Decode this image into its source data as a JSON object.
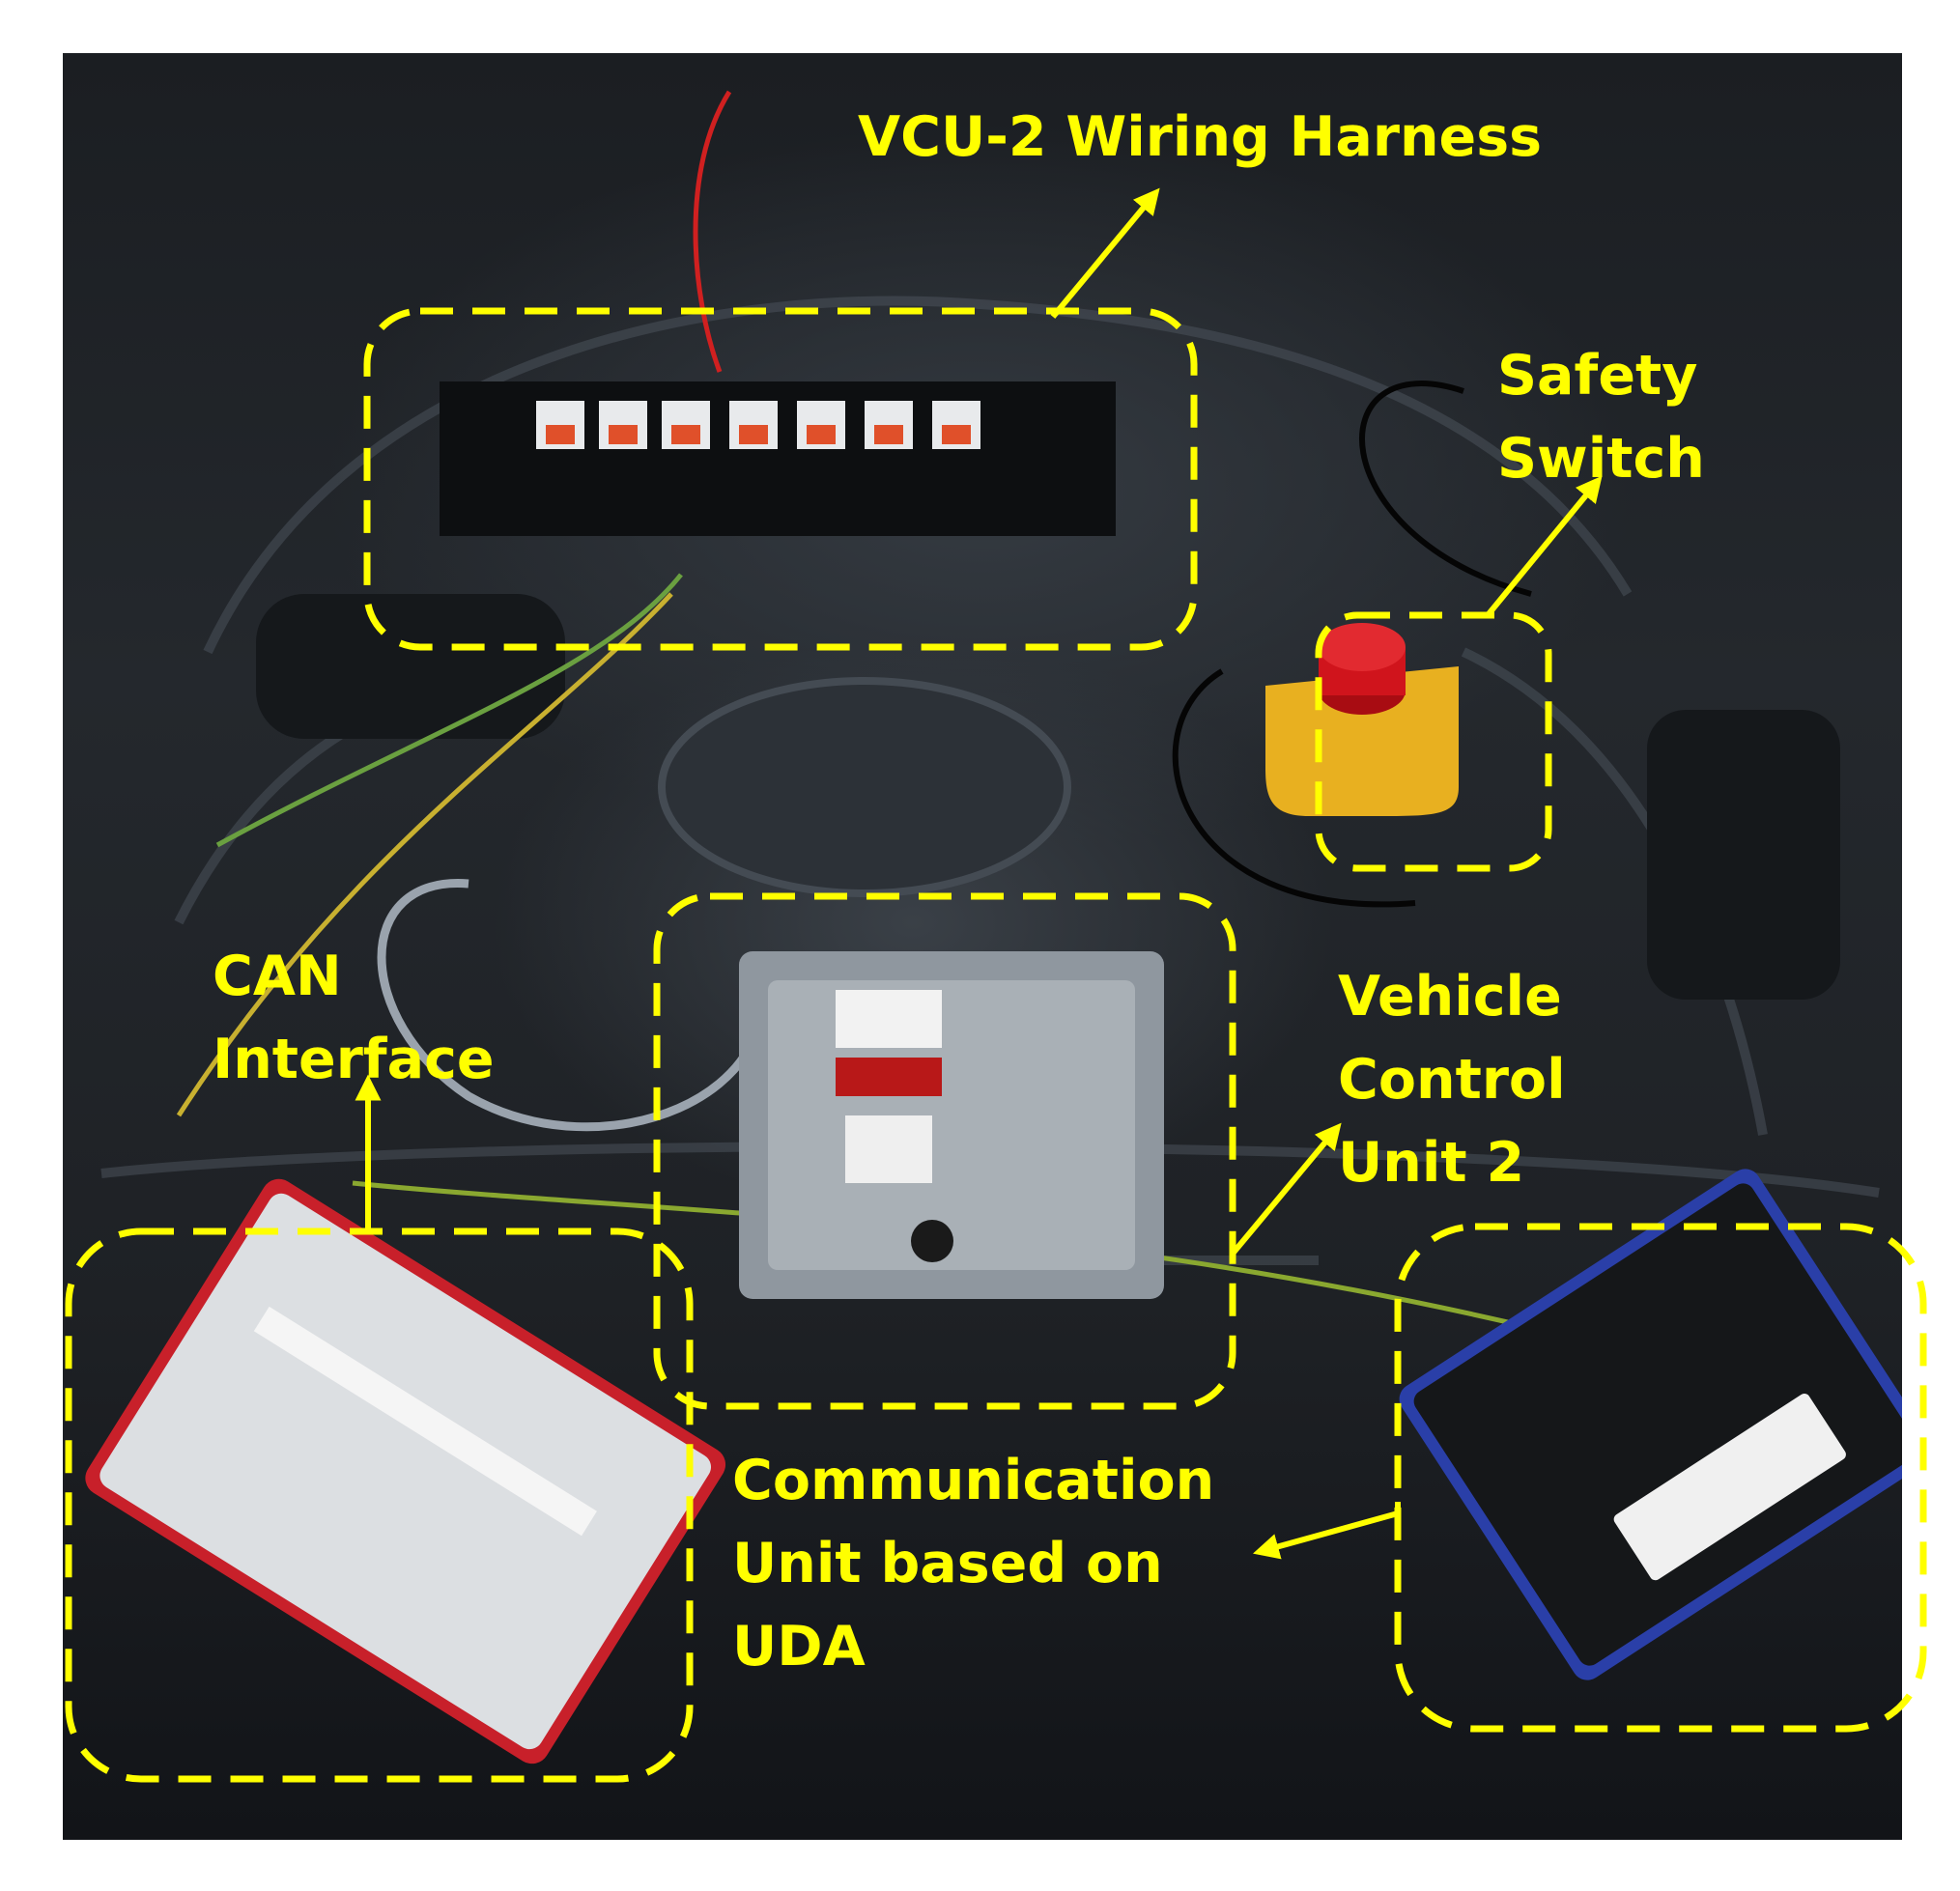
{
  "labels": {
    "vcu_harness": "VCU-2 Wiring Harness",
    "safety_switch": "Safety\nSwitch",
    "can_interface": "CAN\nInterface",
    "vcu2": "Vehicle\nControl\nUnit 2",
    "comm_unit": "Communication\nUnit based on\nUDA"
  },
  "colors": {
    "annotation": "#ffff00",
    "uda_box_blue": "#2a3fa8",
    "can_box_red": "#c8202a",
    "switch_housing": "#e8b020",
    "switch_button": "#d0141c"
  }
}
